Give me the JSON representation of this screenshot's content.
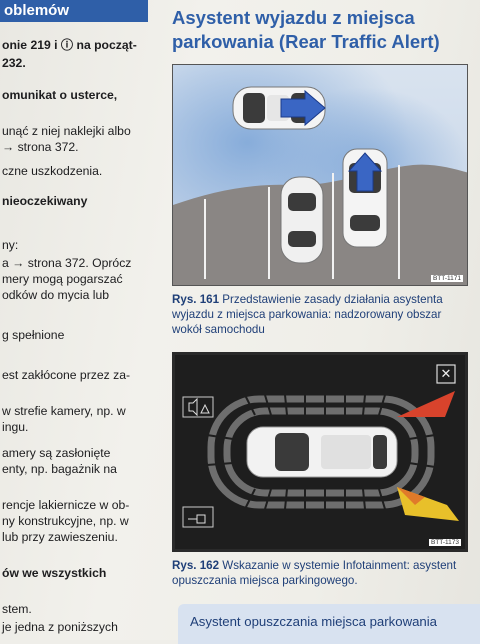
{
  "left_column": {
    "header": "oblemów",
    "lines": [
      {
        "text": "onie 219 i ⓘ na począt-",
        "bold": true
      },
      {
        "text": "232.",
        "bold": true
      },
      {
        "text": "omunikat o usterce,",
        "bold": true
      },
      {
        "text": "unąć z niej naklejki albo",
        "bold": false
      },
      {
        "text": "→ strona 372.",
        "bold": false
      },
      {
        "text": "czne uszkodzenia.",
        "bold": false
      },
      {
        "text": "nieoczekiwany",
        "bold": true
      },
      {
        "text": "ny:",
        "bold": false
      },
      {
        "text": "a → strona 372. Oprócz",
        "bold": false
      },
      {
        "text": "mery mogą pogarszać",
        "bold": false
      },
      {
        "text": "odków do mycia lub",
        "bold": false
      },
      {
        "text": "g spełnione",
        "bold": false
      },
      {
        "text": "est zakłócone przez za-",
        "bold": false
      },
      {
        "text": "w strefie kamery, np. w",
        "bold": false
      },
      {
        "text": "ingu.",
        "bold": false
      },
      {
        "text": "amery są zasłonięte",
        "bold": false
      },
      {
        "text": "enty, np. bagażnik na",
        "bold": false
      },
      {
        "text": "rencje lakiernicze w ob-",
        "bold": false
      },
      {
        "text": "ny konstrukcyjne, np. w",
        "bold": false
      },
      {
        "text": "lub przy zawieszeniu.",
        "bold": false
      },
      {
        "text": "ów we wszystkich",
        "bold": true
      },
      {
        "text": "stem.",
        "bold": false
      },
      {
        "text": "je jedna z poniższych",
        "bold": false
      }
    ]
  },
  "right_column": {
    "title_line1": "Asystent wyjazdu z miejsca",
    "title_line2": "parkowania (Rear Traffic Alert)",
    "figure1_code": "BTT-1171",
    "caption1_num": "Rys. 161",
    "caption1_text": "Przedstawienie zasady działania asystenta wyjazdu z miejsca parkowania: nadzorowany obszar wokół samochodu",
    "figure2_code": "BTT-1173",
    "figure2_close_symbol": "✕",
    "caption2_num": "Rys. 162",
    "caption2_text": "Wskazanie w systemie Infotainment: asystent opuszczania miejsca parkingowego.",
    "bottom_box_text": "Asystent opuszczania miejsca parkowania"
  },
  "colors": {
    "brand_blue": "#2f5fa8",
    "arrow_blue": "#3a66c4",
    "warning_red": "#d8432c",
    "warning_yellow": "#e8c02a"
  }
}
